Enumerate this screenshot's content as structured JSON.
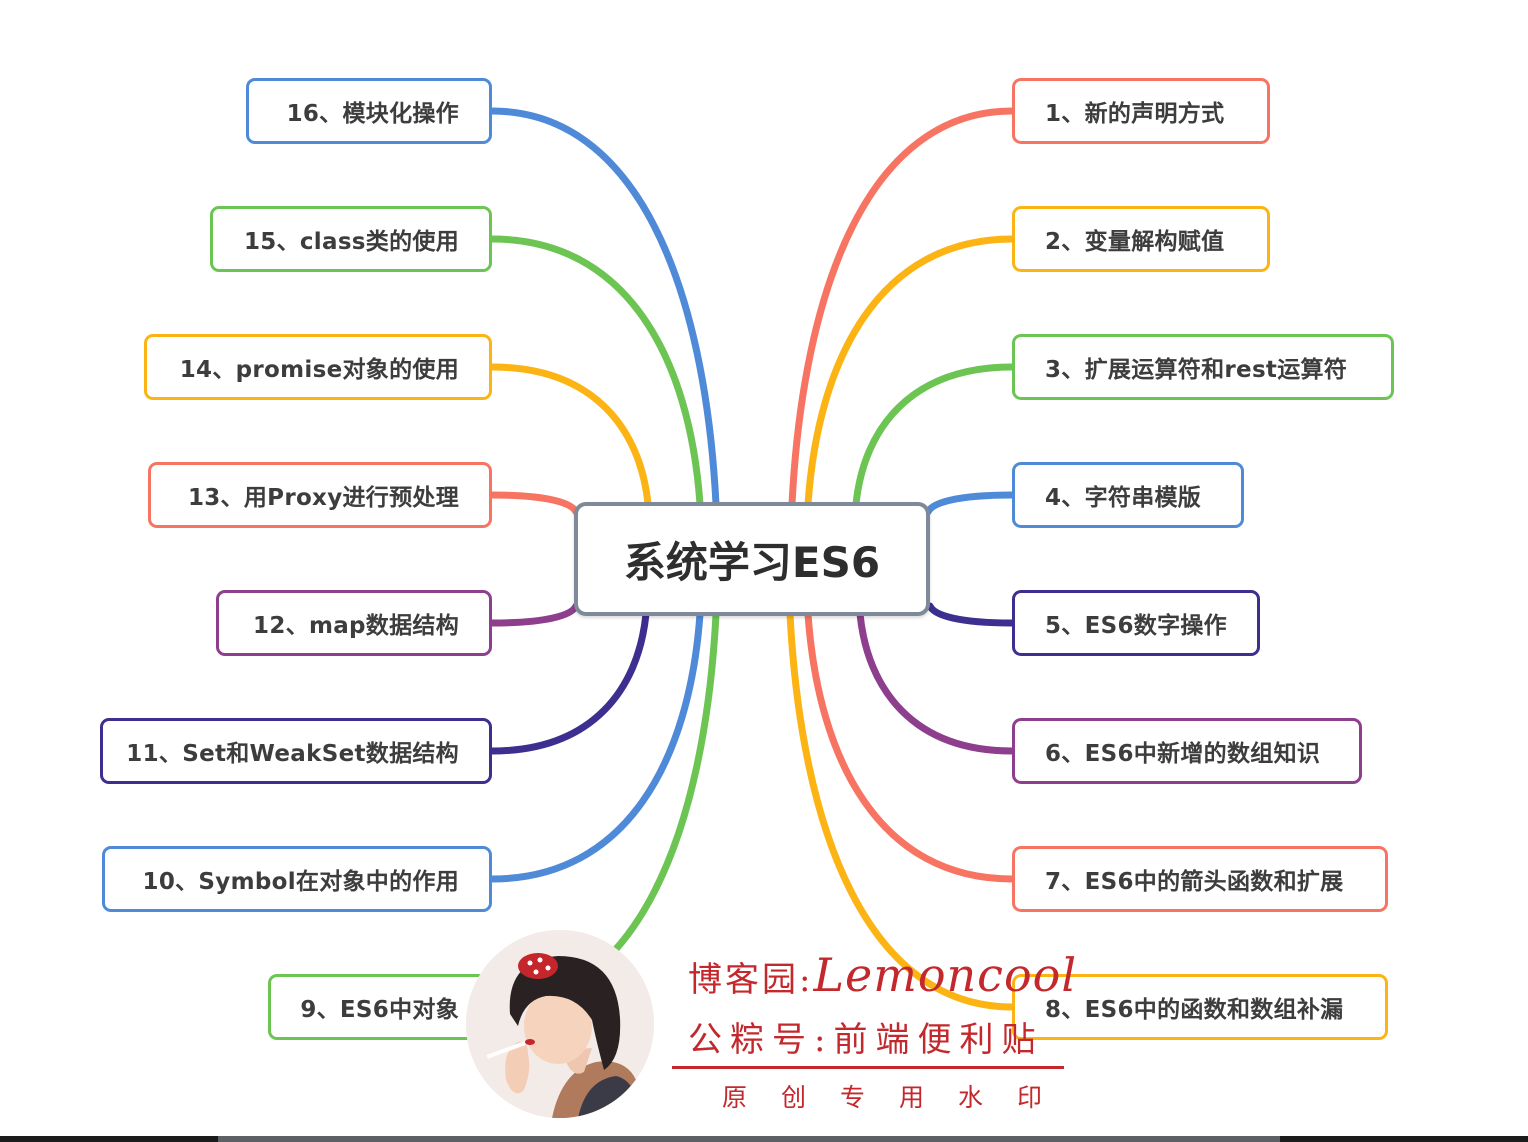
{
  "root": {
    "label": "系统学习ES6"
  },
  "branches": [
    {
      "label": "1、新的声明方式",
      "color": "#f87462",
      "side": "right"
    },
    {
      "label": "2、变量解构赋值",
      "color": "#fbb414",
      "side": "right"
    },
    {
      "label": "3、扩展运算符和rest运算符",
      "color": "#6cc553",
      "side": "right"
    },
    {
      "label": "4、字符串模版",
      "color": "#4f8ad8",
      "side": "right"
    },
    {
      "label": "5、ES6数字操作",
      "color": "#3c2f8f",
      "side": "right"
    },
    {
      "label": "6、ES6中新增的数组知识",
      "color": "#8d3f8e",
      "side": "right"
    },
    {
      "label": "7、ES6中的箭头函数和扩展",
      "color": "#f87462",
      "side": "right"
    },
    {
      "label": "8、ES6中的函数和数组补漏",
      "color": "#fbb414",
      "side": "right"
    },
    {
      "label": "9、ES6中对象",
      "color": "#6cc553",
      "side": "left"
    },
    {
      "label": "10、Symbol在对象中的作用",
      "color": "#4f8ad8",
      "side": "left"
    },
    {
      "label": "11、Set和WeakSet数据结构",
      "color": "#3c2f8f",
      "side": "left"
    },
    {
      "label": "12、map数据结构",
      "color": "#8d3f8e",
      "side": "left"
    },
    {
      "label": "13、用Proxy进行预处理",
      "color": "#f87462",
      "side": "left"
    },
    {
      "label": "14、promise对象的使用",
      "color": "#fbb414",
      "side": "left"
    },
    {
      "label": "15、class类的使用",
      "color": "#6cc553",
      "side": "left"
    },
    {
      "label": "16、模块化操作",
      "color": "#4f8ad8",
      "side": "left"
    }
  ],
  "watermark": {
    "line1_prefix": "博客园:",
    "line1_brand": "Lemoncool",
    "line2": "公粽号:前端便利贴",
    "line3": "原创专用水印",
    "color": "#c3282d"
  }
}
